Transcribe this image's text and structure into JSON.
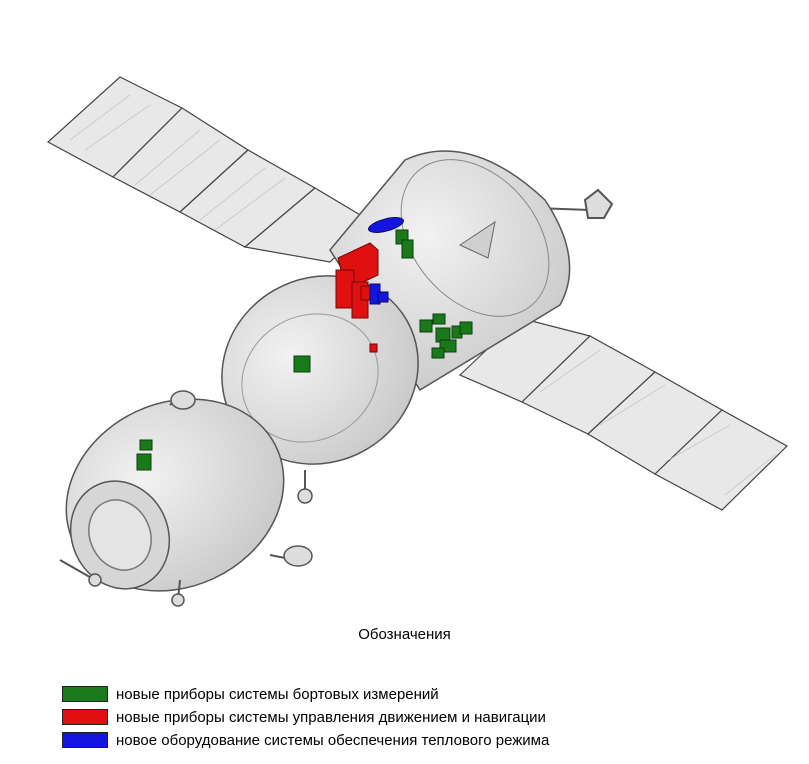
{
  "legend": {
    "title": "Обозначения",
    "items": [
      {
        "color": "#1a7a1a",
        "label": "новые приборы системы бортовых измерений"
      },
      {
        "color": "#e01010",
        "label": "новые приборы системы управления движением и навигации"
      },
      {
        "color": "#1515e0",
        "label": "новое оборудование системы обеспечения теплового режима"
      }
    ]
  },
  "colors": {
    "green": "#1a7a1a",
    "red": "#e01010",
    "blue": "#1515e0",
    "hull": "#d9d9d9",
    "panel": "#e6e6e6",
    "outline": "#555555"
  }
}
